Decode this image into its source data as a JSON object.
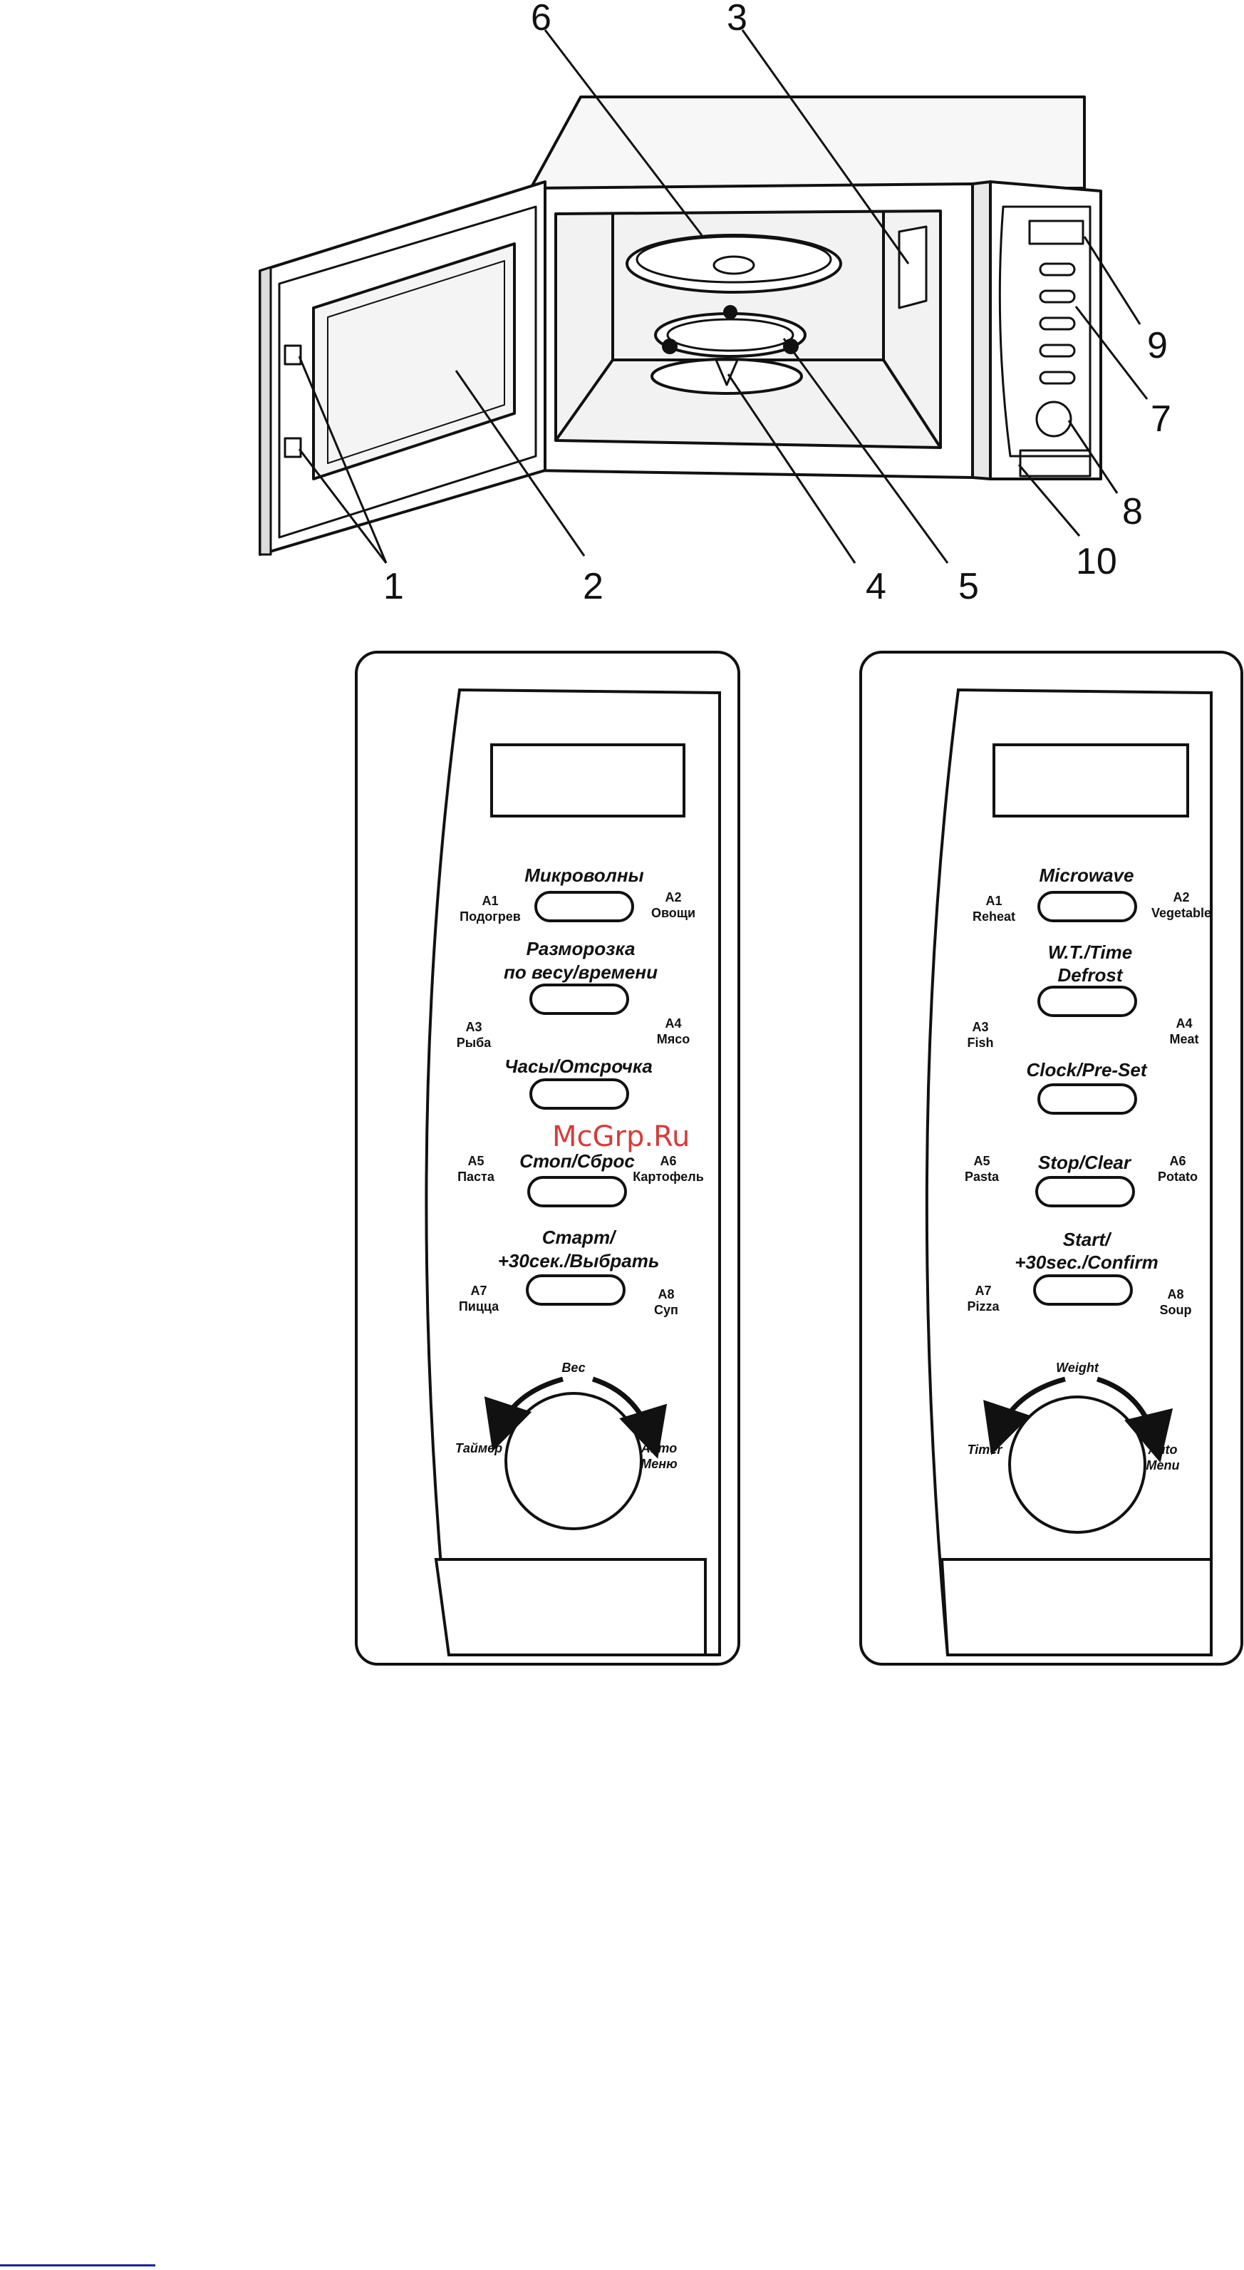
{
  "callouts": [
    "6",
    "3",
    "9",
    "7",
    "8",
    "10",
    "1",
    "2",
    "4",
    "5"
  ],
  "watermark": "McGrp.Ru",
  "panel_ru": {
    "buttons": [
      {
        "lines": [
          "Микроволны"
        ]
      },
      {
        "lines": [
          "Разморозка",
          "по весу/времени"
        ]
      },
      {
        "lines": [
          "Часы/Отсрочка"
        ]
      },
      {
        "lines": [
          "Стоп/Сброс"
        ]
      },
      {
        "lines": [
          "Старт/",
          "+30сек./Выбрать"
        ]
      }
    ],
    "programs": {
      "a1_code": "A1",
      "a1_name": "Подогрев",
      "a2_code": "A2",
      "a2_name": "Овощи",
      "a3_code": "A3",
      "a3_name": "Рыба",
      "a4_code": "A4",
      "a4_name": "Мясо",
      "a5_code": "A5",
      "a5_name": "Паста",
      "a6_code": "A6",
      "a6_name": "Картофель",
      "a7_code": "A7",
      "a7_name": "Пицца",
      "a8_code": "A8",
      "a8_name": "Суп"
    },
    "knob": {
      "top": "Вес",
      "left": "Таймер",
      "right_1": "Авто",
      "right_2": "Меню"
    }
  },
  "panel_en": {
    "buttons": [
      {
        "lines": [
          "Microwave"
        ]
      },
      {
        "lines": [
          "W.T./Time",
          "Defrost"
        ]
      },
      {
        "lines": [
          "Clock/Pre-Set"
        ]
      },
      {
        "lines": [
          "Stop/Clear"
        ]
      },
      {
        "lines": [
          "Start/",
          "+30sec./Confirm"
        ]
      }
    ],
    "programs": {
      "a1_code": "A1",
      "a1_name": "Reheat",
      "a2_code": "A2",
      "a2_name": "Vegetable",
      "a3_code": "A3",
      "a3_name": "Fish",
      "a4_code": "A4",
      "a4_name": "Meat",
      "a5_code": "A5",
      "a5_name": "Pasta",
      "a6_code": "A6",
      "a6_name": "Potato",
      "a7_code": "A7",
      "a7_name": "Pizza",
      "a8_code": "A8",
      "a8_name": "Soup"
    },
    "knob": {
      "top": "Weight",
      "left": "Timer",
      "right_1": "Auto",
      "right_2": "Menu"
    }
  }
}
